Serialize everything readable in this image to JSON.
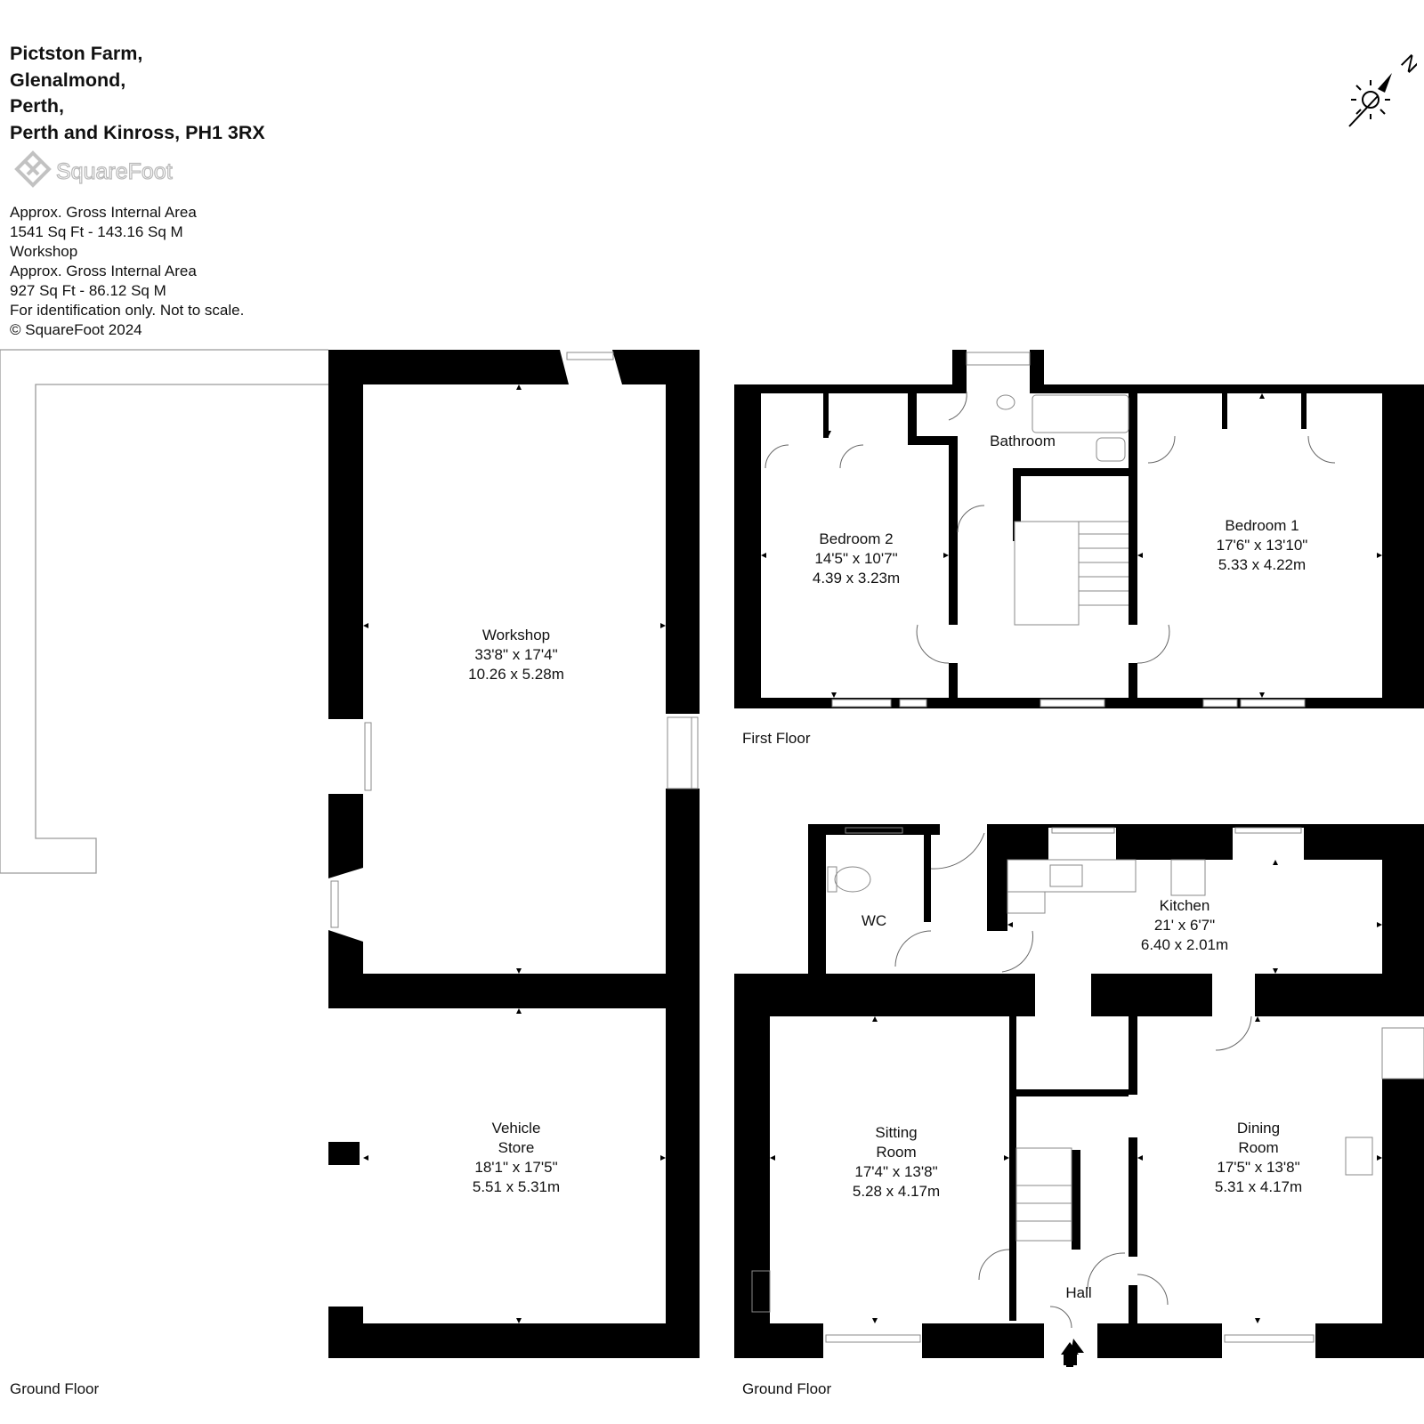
{
  "address": {
    "line1": "Pictston Farm,",
    "line2": "Glenalmond,",
    "line3": "Perth,",
    "line4": "Perth and Kinross, PH1 3RX"
  },
  "brand": {
    "name": "SquareFoot",
    "color": "#b9b9b9"
  },
  "area_info": {
    "line1": "Approx. Gross Internal Area",
    "line2": "1541 Sq Ft  -  143.16 Sq M",
    "line3": "Workshop",
    "line4": "Approx. Gross Internal Area",
    "line5": "927 Sq Ft  -  86.12 Sq M",
    "line6": "For identification only. Not to scale.",
    "line7": "© SquareFoot 2024"
  },
  "compass": {
    "label": "N",
    "icon": "north-arrow-sun-icon"
  },
  "rooms": {
    "workshop": {
      "name": "Workshop",
      "imperial": "33'8\" x 17'4\"",
      "metric": "10.26 x 5.28m"
    },
    "vehicle_store": {
      "name1": "Vehicle",
      "name2": "Store",
      "imperial": "18'1\" x 17'5\"",
      "metric": "5.51 x 5.31m"
    },
    "bedroom2": {
      "name": "Bedroom 2",
      "imperial": "14'5\" x 10'7\"",
      "metric": "4.39 x 3.23m"
    },
    "bedroom1": {
      "name": "Bedroom 1",
      "imperial": "17'6\" x 13'10\"",
      "metric": "5.33 x 4.22m"
    },
    "bathroom": {
      "name": "Bathroom"
    },
    "kitchen": {
      "name": "Kitchen",
      "imperial": "21' x 6'7\"",
      "metric": "6.40 x 2.01m"
    },
    "wc": {
      "name": "WC"
    },
    "sitting": {
      "name1": "Sitting",
      "name2": "Room",
      "imperial": "17'4\" x 13'8\"",
      "metric": "5.28 x 4.17m"
    },
    "dining": {
      "name1": "Dining",
      "name2": "Room",
      "imperial": "17'5\" x 13'8\"",
      "metric": "5.31 x 4.17m"
    },
    "hall": {
      "name": "Hall"
    }
  },
  "floors": {
    "first": "First Floor",
    "ground_left": "Ground Floor",
    "ground_right": "Ground Floor"
  },
  "colors": {
    "wall": "#000000",
    "outline": "#9a9a9a",
    "background": "#ffffff"
  }
}
